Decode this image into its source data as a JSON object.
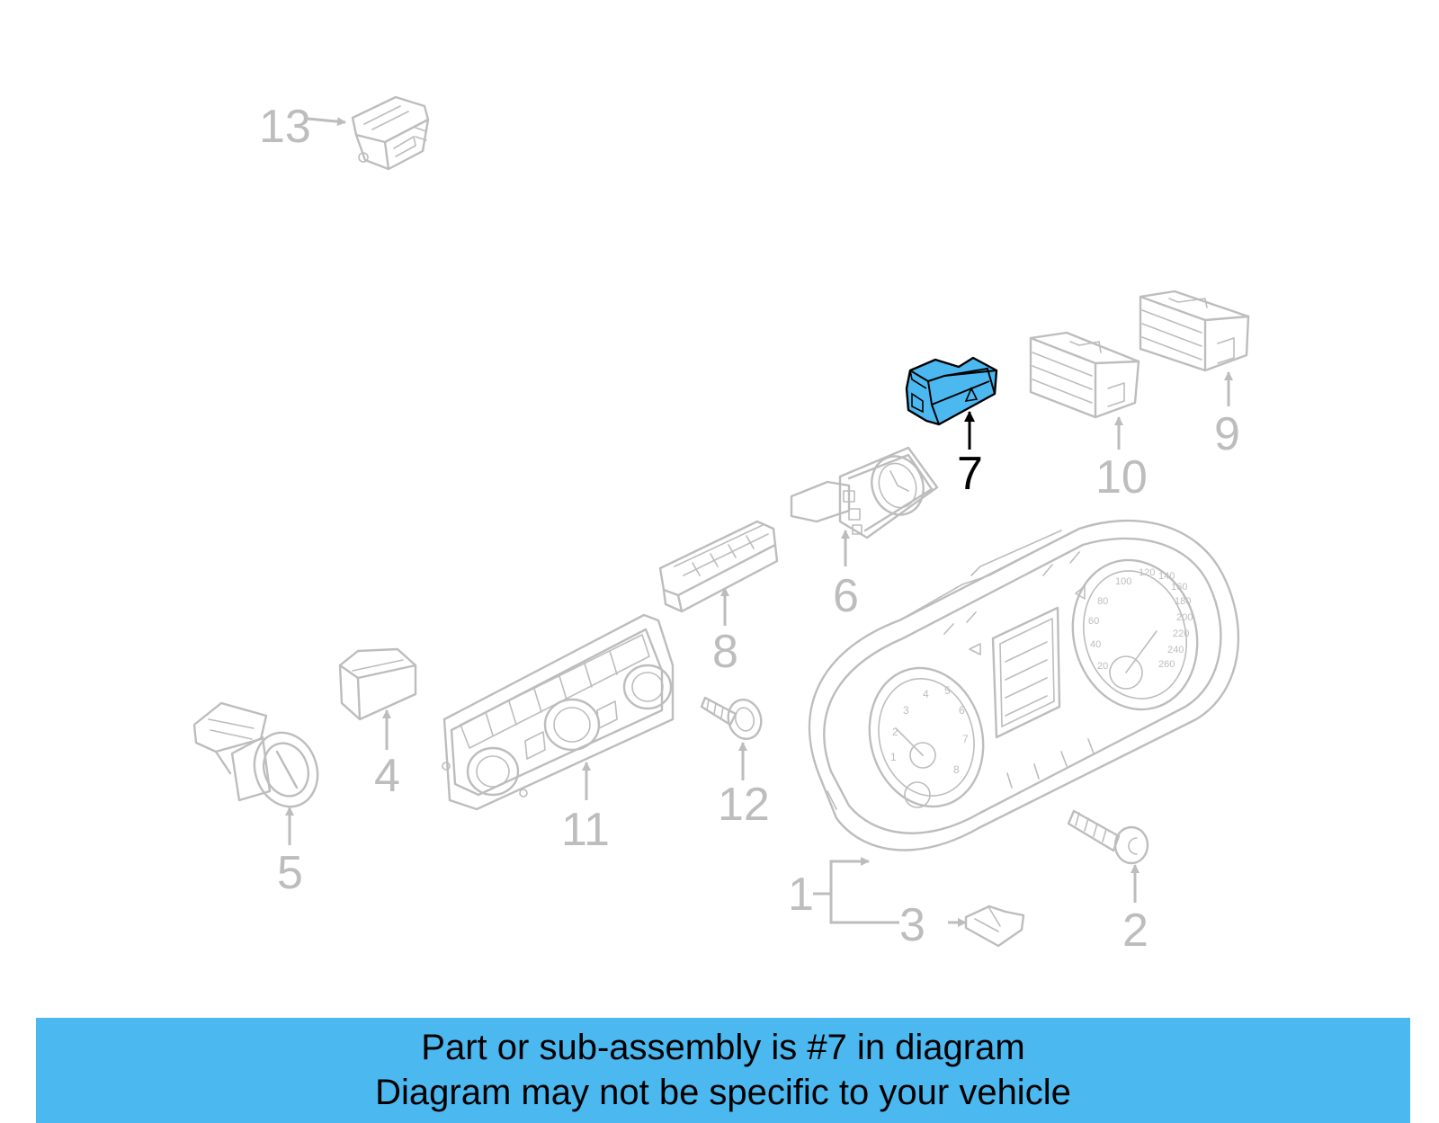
{
  "colors": {
    "faded": "#bdbdbd",
    "highlight_fill": "#4cb8f0",
    "highlight_stroke": "#000000",
    "caption_bg": "#4cb8f0",
    "caption_text": "#000000"
  },
  "callouts": [
    {
      "id": "1",
      "label": "1"
    },
    {
      "id": "2",
      "label": "2"
    },
    {
      "id": "3",
      "label": "3"
    },
    {
      "id": "4",
      "label": "4"
    },
    {
      "id": "5",
      "label": "5"
    },
    {
      "id": "6",
      "label": "6"
    },
    {
      "id": "7",
      "label": "7",
      "highlighted": true
    },
    {
      "id": "8",
      "label": "8"
    },
    {
      "id": "9",
      "label": "9"
    },
    {
      "id": "10",
      "label": "10"
    },
    {
      "id": "11",
      "label": "11"
    },
    {
      "id": "12",
      "label": "12"
    },
    {
      "id": "13",
      "label": "13"
    }
  ],
  "gauges": {
    "speedometer_ticks": [
      "20",
      "40",
      "60",
      "80",
      "100",
      "120",
      "140",
      "160",
      "180",
      "200",
      "220",
      "240",
      "260"
    ],
    "tachometer_ticks": [
      "1",
      "2",
      "3",
      "4",
      "5",
      "6",
      "7",
      "8"
    ]
  },
  "caption": {
    "line1": "Part or sub-assembly is #7 in diagram",
    "line2": "Diagram may not be specific to your vehicle"
  }
}
